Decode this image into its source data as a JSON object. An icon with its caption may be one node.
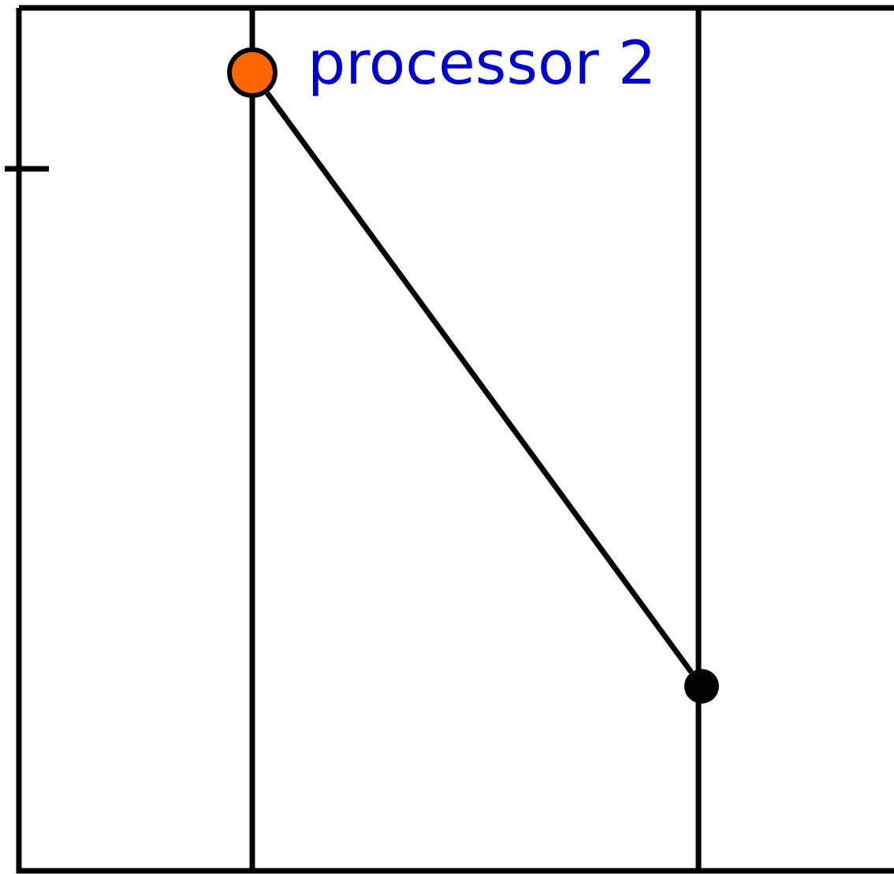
{
  "diagram": {
    "nodes": [
      {
        "text": [],
        "shape": "circle",
        "beside": [
          "processor 2"
        ]
      },
      {
        "text": [],
        "shape": "circle"
      }
    ],
    "edges": [
      {
        "from": 0,
        "to": 1,
        "arrow": "none"
      }
    ]
  }
}
